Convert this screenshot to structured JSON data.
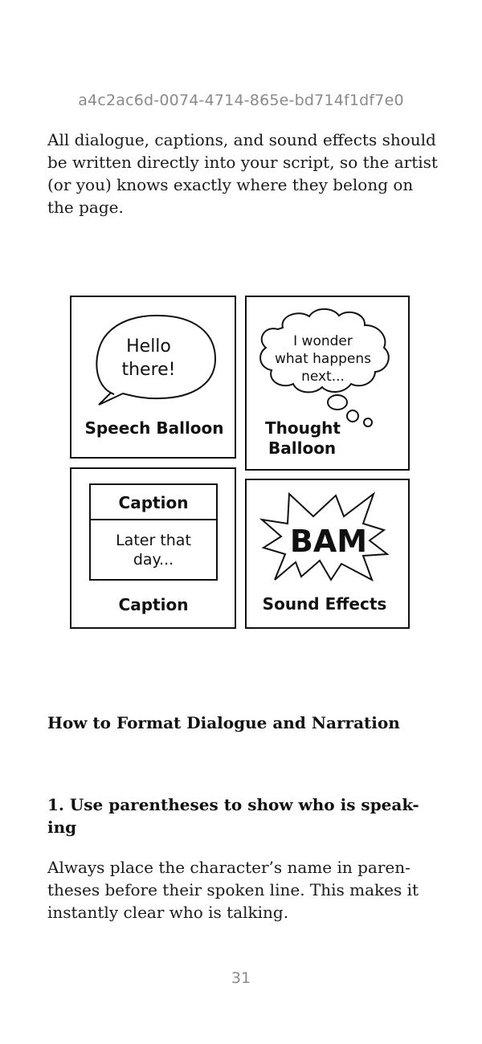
{
  "document": {
    "id": "a4c2ac6d-0074-4714-865e-bd714f1df7e0",
    "intro_paragraph": "All dialogue, captions, and sound effects should be written directly into your script, so the artist (or you) knows exactly where they belong on the page.",
    "figure": {
      "speech_balloon": {
        "line1": "Hello",
        "line2": "there!",
        "label": "Speech Balloon"
      },
      "thought_balloon": {
        "line1": "I wonder",
        "line2": "what happens",
        "line3": "next...",
        "label_line1": "Thought",
        "label_line2": "Balloon"
      },
      "caption": {
        "box_title": "Caption",
        "box_line1": "Later that",
        "box_line2": "day...",
        "label": "Caption"
      },
      "sound_effects": {
        "word": "BAM",
        "label": "Sound Effects"
      }
    },
    "section_heading": "How to Format Dialogue and Narration",
    "subheading": "1. Use parentheses to show who is speak- ing",
    "subheading_line1": "1. Use parentheses to show who is speak-",
    "subheading_line2": "ing",
    "paragraph_2": "Always place the character’s name in paren- theses before their spoken line. This makes it instantly clear who is talking.",
    "paragraph_2_line1": "Always place the character’s name in paren-",
    "paragraph_2_line2": "theses before their spoken line. This makes it",
    "paragraph_2_line3": "instantly clear who is talking.",
    "page_number": "31"
  }
}
